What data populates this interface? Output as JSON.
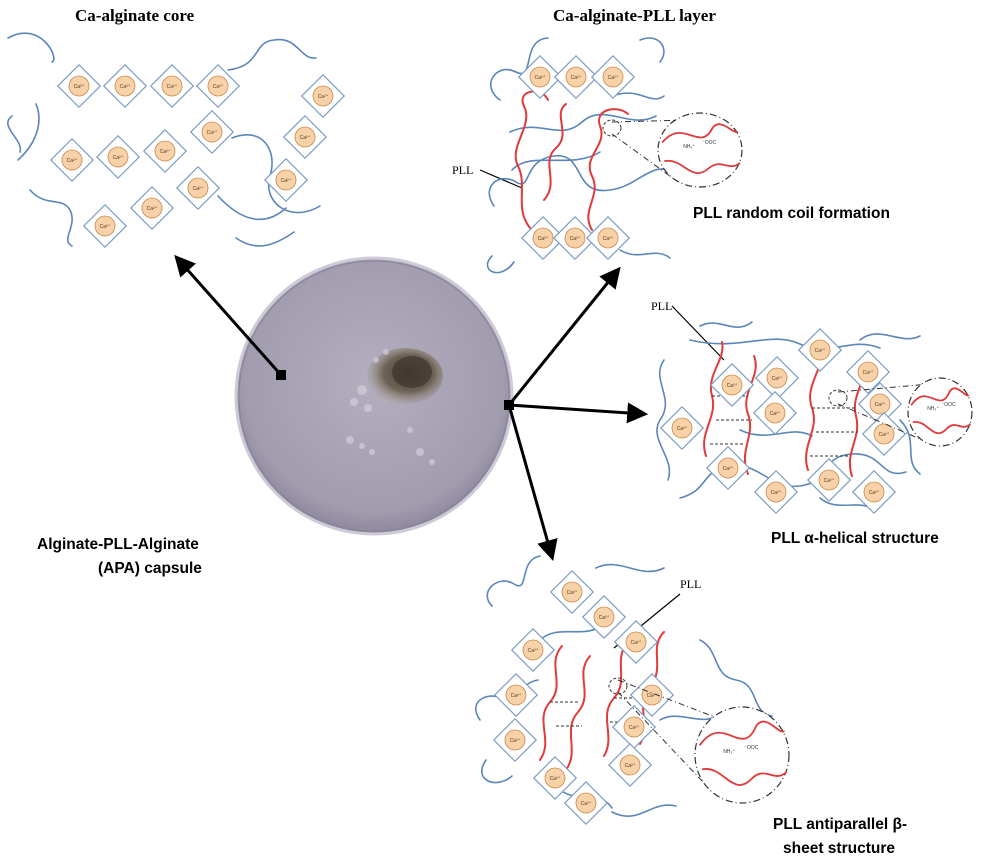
{
  "labels": {
    "core_title": "Ca-alginate core",
    "layer_title": "Ca-alginate-PLL layer",
    "random_coil": "PLL random coil formation",
    "alpha_helix": "PLL α-helical structure",
    "beta_sheet_line1": "PLL antiparallel β-",
    "beta_sheet_line2": "sheet structure",
    "capsule_line1": "Alginate-PLL-Alginate",
    "capsule_line2": "(APA) capsule",
    "pll": "PLL"
  },
  "ion_label": "Ca²⁺",
  "zoom_labels": {
    "amine": "NH₃⁺",
    "carboxyl": "⁻OOC"
  },
  "colors": {
    "alginate_chain": "#5b86b8",
    "diamond_stroke": "#7a9cc4",
    "ion_fill": "#f7d2a8",
    "ion_stroke": "#c98a4a",
    "pll_chain": "#e03a3a",
    "capsule_fill": "#a7a2b3",
    "arrow": "#000000"
  }
}
